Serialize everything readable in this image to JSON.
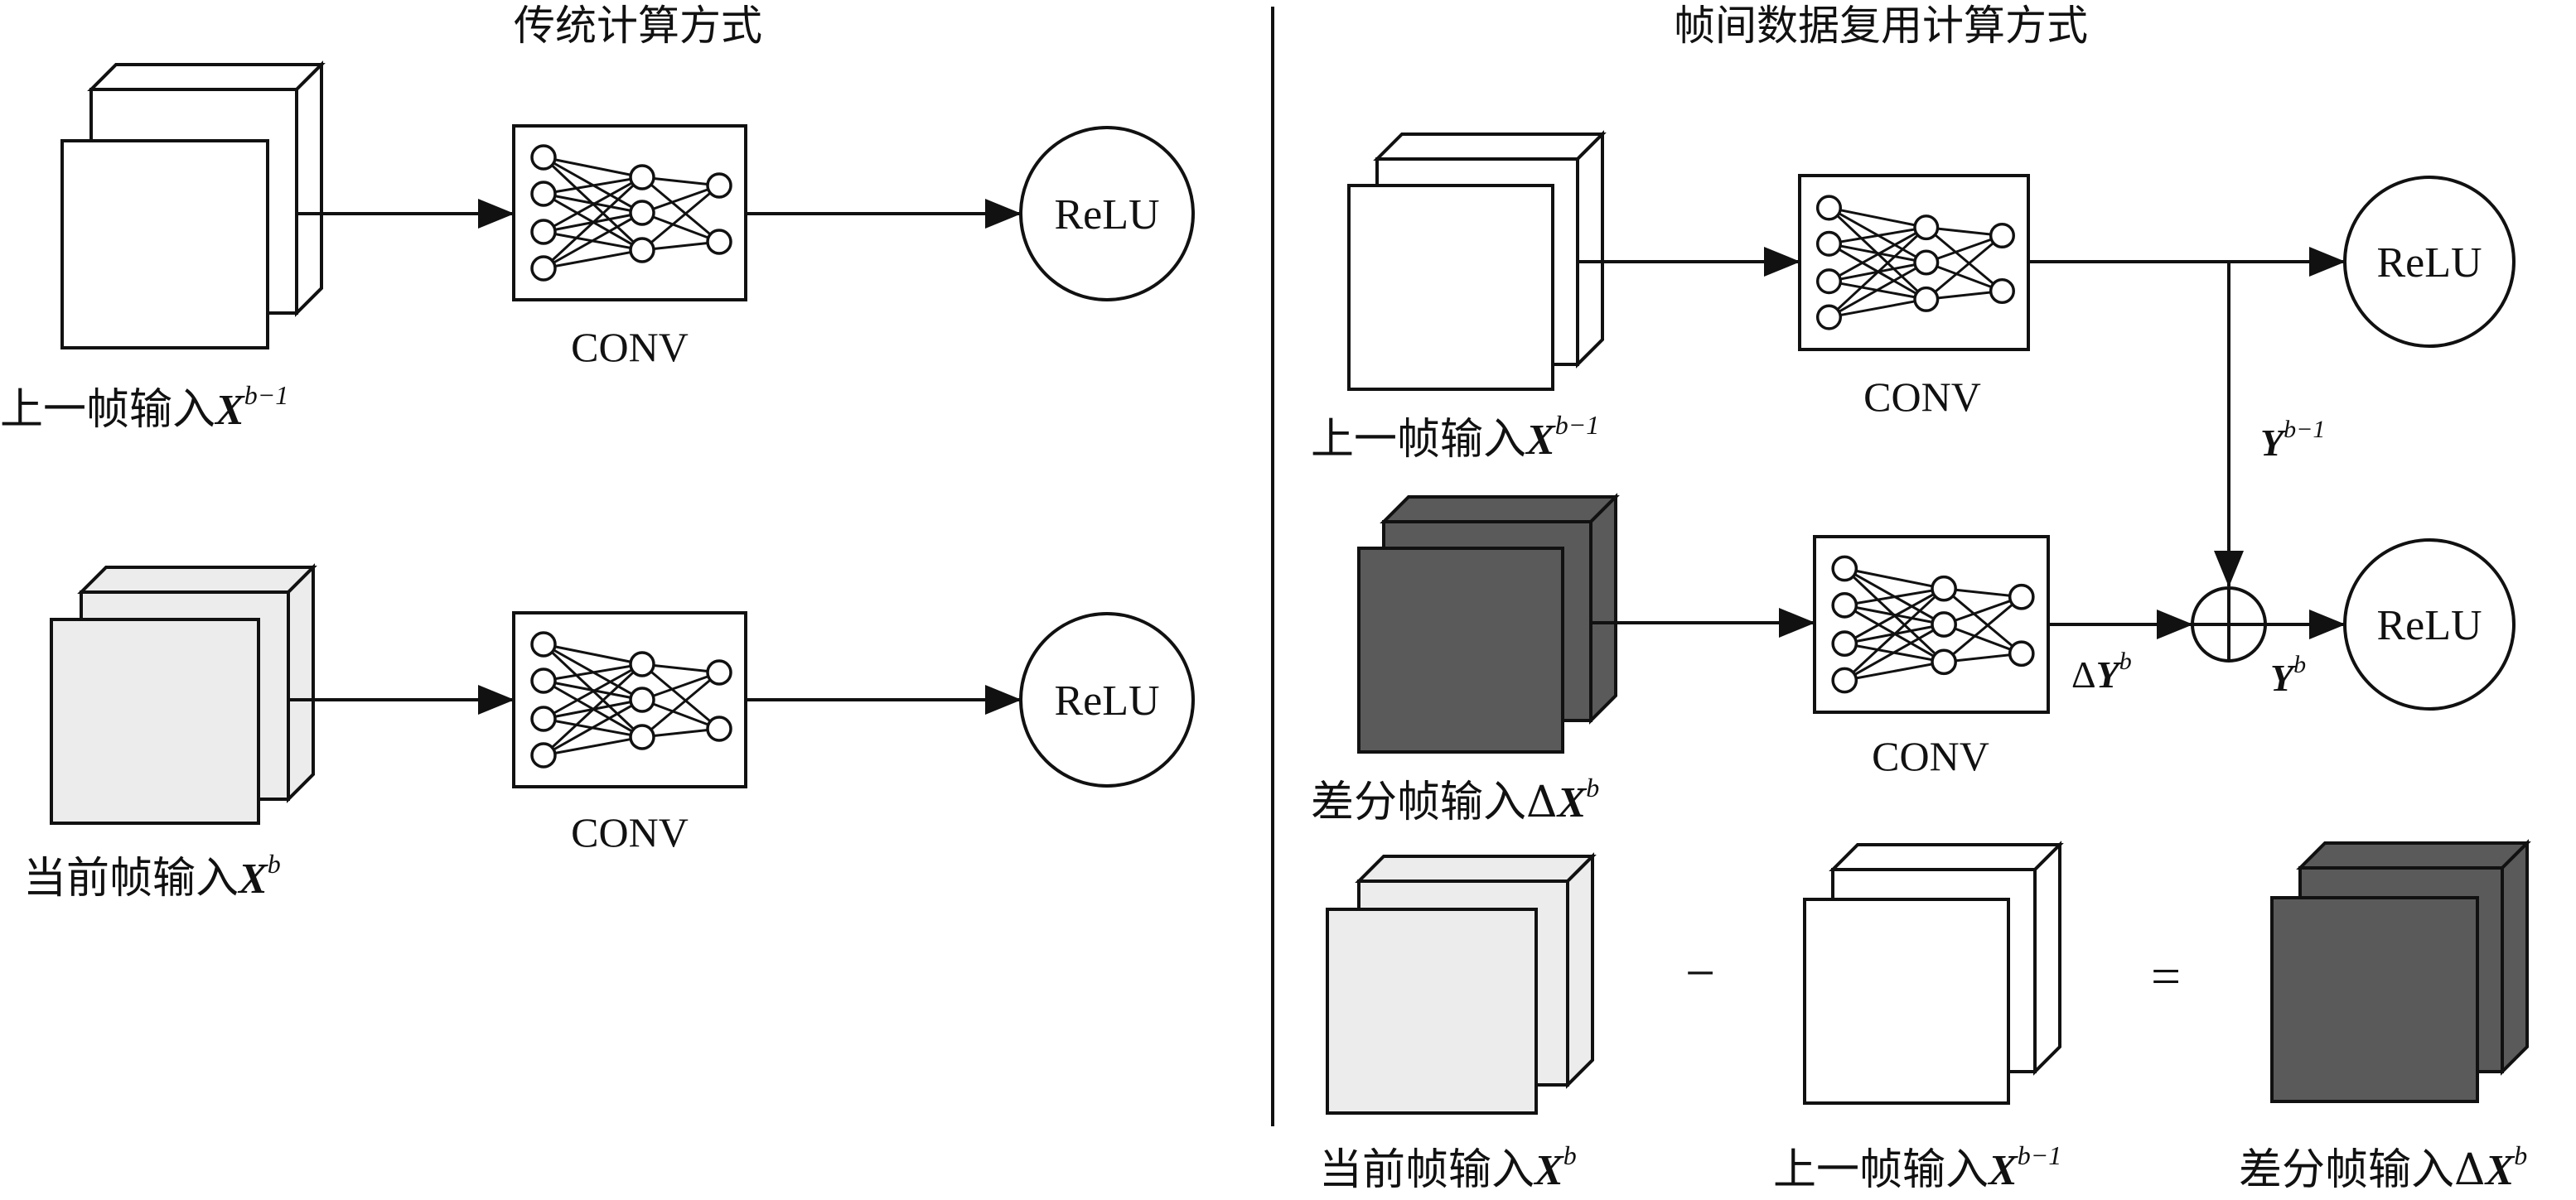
{
  "left_panel": {
    "title": "传统计算方式",
    "row_prev": {
      "input_label": "上一帧输入",
      "var": "X",
      "sup": "b−1",
      "conv_label": "CONV",
      "relu_label": "ReLU"
    },
    "row_cur": {
      "input_label": "当前帧输入",
      "var": "X",
      "sup": "b",
      "conv_label": "CONV",
      "relu_label": "ReLU"
    }
  },
  "right_panel": {
    "title": "帧间数据复用计算方式",
    "row_prev": {
      "input_label": "上一帧输入",
      "var": "X",
      "sup": "b−1",
      "conv_label": "CONV",
      "relu_label": "ReLU",
      "out_var": "Y",
      "out_sup": "b−1"
    },
    "row_diff": {
      "input_label": "差分帧输入Δ",
      "var": "X",
      "sup": "b",
      "conv_label": "CONV",
      "relu_label": "ReLU",
      "delta_prefix": "Δ",
      "delta_var": "Y",
      "delta_sup": "b",
      "sum_var": "Y",
      "sum_sup": "b"
    },
    "equation": {
      "term1_label": "当前帧输入",
      "term1_var": "X",
      "term1_sup": "b",
      "minus": "−",
      "term2_label": "上一帧输入",
      "term2_var": "X",
      "term2_sup": "b−1",
      "equals": "=",
      "result_label": "差分帧输入Δ",
      "result_var": "X",
      "result_sup": "b"
    }
  },
  "colors": {
    "white_frame": "#ffffff",
    "light_frame": "#ececec",
    "dark_frame": "#5a5a5a",
    "stroke": "#111111"
  }
}
